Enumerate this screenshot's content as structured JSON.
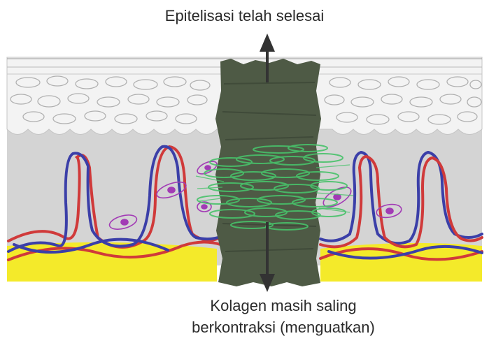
{
  "labels": {
    "top": "Epitelisasi telah selesai",
    "bottom_line1": "Kolagen masih saling",
    "bottom_line2": "berkontraksi (menguatkan)"
  },
  "colors": {
    "epidermis": "#f3f3f3",
    "dermis": "#d4d4d4",
    "fat_layer": "#f4ea2a",
    "scar": "#4e5a45",
    "collagen": "#48c26a",
    "artery": "#d03a3a",
    "vein": "#3b3fa8",
    "cells": "#a23bb5",
    "arrow": "#333333"
  },
  "icons": {
    "up_arrow": "arrow-up-icon",
    "down_arrow": "arrow-down-icon"
  }
}
